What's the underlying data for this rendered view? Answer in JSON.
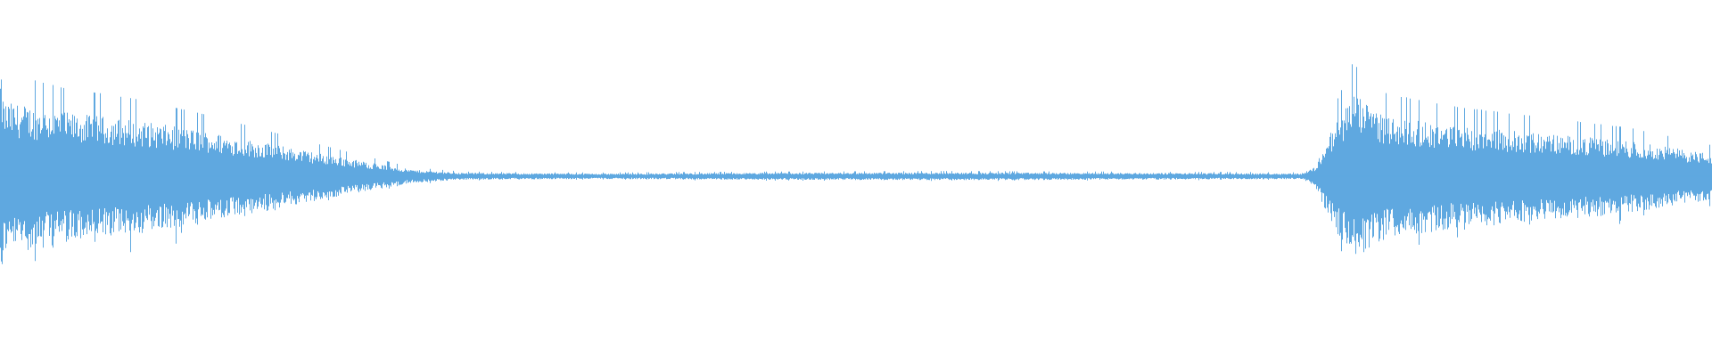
{
  "waveform": {
    "color": "#5fa8e0",
    "background": "#ffffff",
    "envelope": [
      {
        "t": 0.0,
        "amp": 0.56
      },
      {
        "t": 0.002,
        "amp": 0.4
      },
      {
        "t": 0.04,
        "amp": 0.34
      },
      {
        "t": 0.08,
        "amp": 0.3
      },
      {
        "t": 0.12,
        "amp": 0.24
      },
      {
        "t": 0.16,
        "amp": 0.17
      },
      {
        "t": 0.2,
        "amp": 0.1
      },
      {
        "t": 0.24,
        "amp": 0.035
      },
      {
        "t": 0.27,
        "amp": 0.018
      },
      {
        "t": 0.35,
        "amp": 0.014
      },
      {
        "t": 0.45,
        "amp": 0.018
      },
      {
        "t": 0.55,
        "amp": 0.02
      },
      {
        "t": 0.65,
        "amp": 0.018
      },
      {
        "t": 0.76,
        "amp": 0.015
      },
      {
        "t": 0.768,
        "amp": 0.05
      },
      {
        "t": 0.776,
        "amp": 0.22
      },
      {
        "t": 0.79,
        "amp": 0.44
      },
      {
        "t": 0.81,
        "amp": 0.32
      },
      {
        "t": 0.85,
        "amp": 0.27
      },
      {
        "t": 0.9,
        "amp": 0.23
      },
      {
        "t": 0.95,
        "amp": 0.19
      },
      {
        "t": 1.0,
        "amp": 0.12
      }
    ]
  }
}
